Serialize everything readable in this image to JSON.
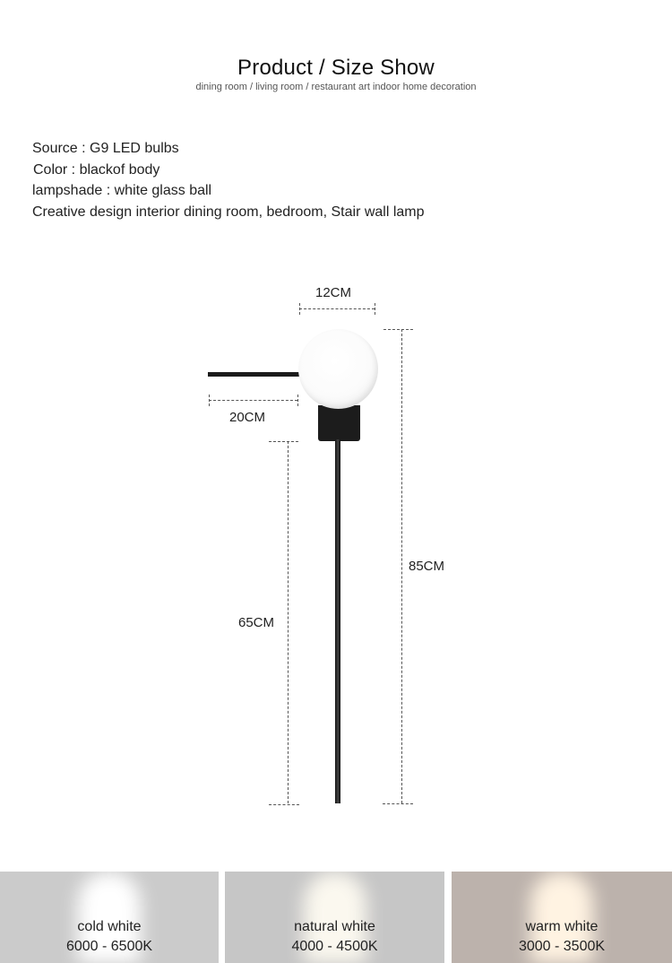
{
  "header": {
    "title": "Product / Size Show",
    "subtitle": "dining room / living room / restaurant art indoor home decoration"
  },
  "specs": [
    "Source : G9 LED bulbs",
    "Color : blackof body",
    "lampshade : white glass ball",
    "Creative design interior dining room, bedroom, Stair wall lamp"
  ],
  "dimensions": {
    "globe_width": "12CM",
    "arm_length": "20CM",
    "total_height": "85CM",
    "pole_length": "65CM"
  },
  "light_options": [
    {
      "name": "cold white",
      "range": "6000 - 6500K",
      "bg": "#cbcbcb",
      "beam": "#ffffff"
    },
    {
      "name": "natural white",
      "range": "4000 - 4500K",
      "bg": "#c6c6c6",
      "beam": "#fbf8ef"
    },
    {
      "name": "warm white",
      "range": "3000 - 3500K",
      "bg": "#bcb2ac",
      "beam": "#fff3e2"
    }
  ]
}
